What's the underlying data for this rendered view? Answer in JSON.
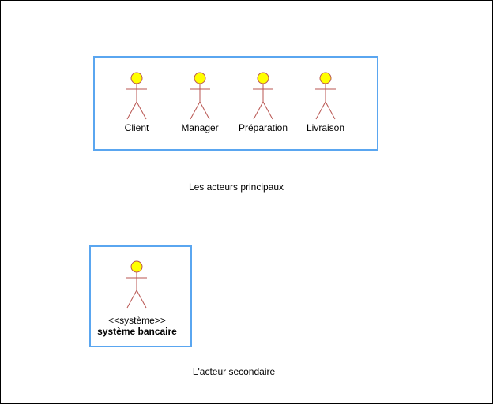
{
  "colors": {
    "group_border": "#5aa6f0",
    "actor_stroke": "#b85450",
    "actor_head_fill": "#ffff00",
    "canvas_border": "#000000",
    "text": "#000000"
  },
  "primary_group": {
    "caption": "Les acteurs principaux",
    "actors": [
      {
        "label": "Client",
        "icon": "stick-figure-actor-icon"
      },
      {
        "label": "Manager",
        "icon": "stick-figure-actor-icon"
      },
      {
        "label": "Préparation",
        "icon": "stick-figure-actor-icon"
      },
      {
        "label": "Livraison",
        "icon": "stick-figure-actor-icon"
      }
    ]
  },
  "secondary_group": {
    "caption": "L'acteur secondaire",
    "actor": {
      "stereotype": "<<système>>",
      "label": "système bancaire",
      "icon": "stick-figure-actor-icon"
    }
  }
}
